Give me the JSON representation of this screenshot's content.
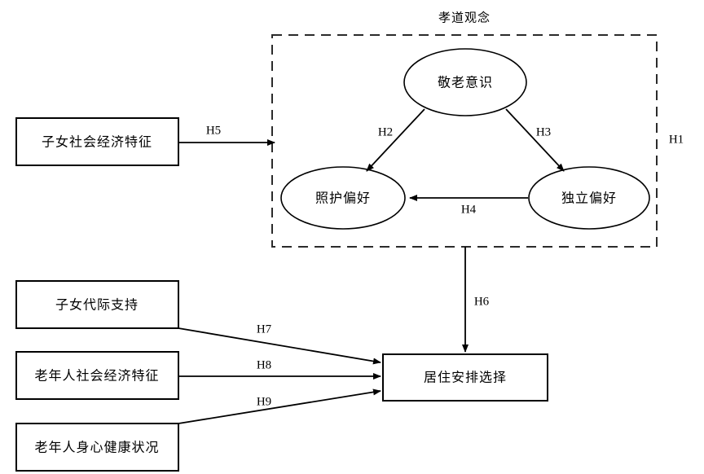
{
  "diagram": {
    "title": "",
    "group": {
      "label": "孝道观念",
      "hypothesis": "H1"
    },
    "nodes": {
      "respect_awareness": "敬老意识",
      "care_preference": "照护偏好",
      "independence_preference": "独立偏好",
      "child_socioeconomic": "子女社会经济特征",
      "child_intergenerational_support": "子女代际支持",
      "elder_socioeconomic": "老年人社会经济特征",
      "elder_health": "老年人身心健康状况",
      "living_arrangement_choice": "居住安排选择"
    },
    "hypotheses": {
      "h1": "H1",
      "h2": "H2",
      "h3": "H3",
      "h4": "H4",
      "h5": "H5",
      "h6": "H6",
      "h7": "H7",
      "h8": "H8",
      "h9": "H9"
    },
    "colors": {
      "stroke": "#000000",
      "dashed_stroke": "#2b2b2b",
      "fill": "#ffffff",
      "background": "#ffffff"
    }
  }
}
